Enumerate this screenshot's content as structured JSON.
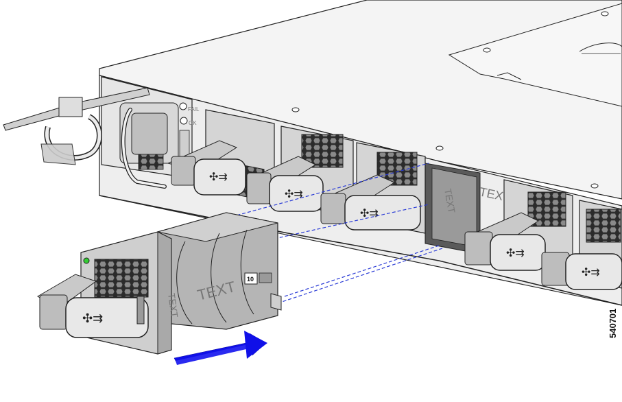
{
  "figure_id": "540701",
  "psu_labels": {
    "fail": "FAIL",
    "ok": "OK"
  },
  "fan_text_front": "TEXT",
  "fan_text_side": "TEXT",
  "fan_text_slot": "TEXT",
  "fan_text_slot_side": "TEXT",
  "fan_badge": "10",
  "colors": {
    "arrow": "#1010e8",
    "guide_lines": "#2a3bd6",
    "chassis": "#f0f0f0",
    "fan_body": "#b5b5b5",
    "led": "#33cc33"
  }
}
